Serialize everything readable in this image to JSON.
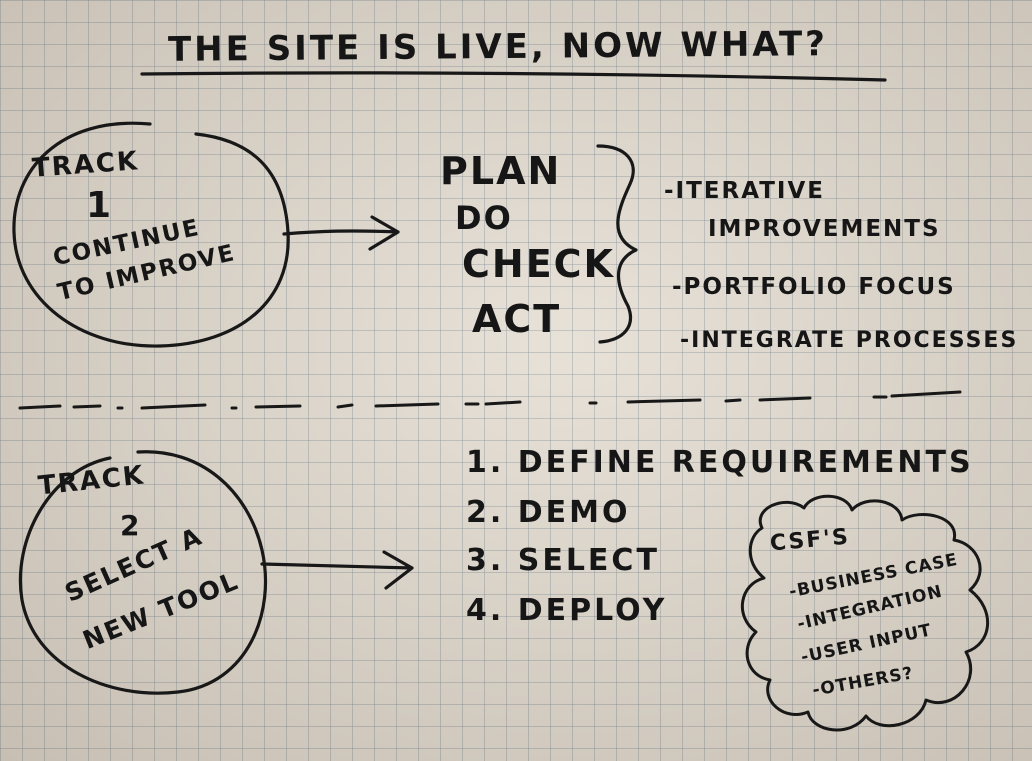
{
  "title": "The site is live, now what?",
  "track1": {
    "heading": "Track",
    "number": "1",
    "line1": "Continue",
    "line2": "to improve"
  },
  "pdca": [
    "Plan",
    "Do",
    "Check",
    "Act"
  ],
  "track1_bullets": {
    "b1_line1": "-Iterative",
    "b1_line2": "improvements",
    "b2": "-Portfolio focus",
    "b3": "-Integrate processes"
  },
  "track2": {
    "heading": "Track",
    "number": "2",
    "line1": "Select a",
    "line2": "new tool"
  },
  "steps": [
    "1. Define requirements",
    "2. Demo",
    "3. Select",
    "4. Deploy"
  ],
  "csf": {
    "title": "CSF's",
    "items": [
      "-Business case",
      "-Integration",
      "-User input",
      "-Others?"
    ]
  }
}
